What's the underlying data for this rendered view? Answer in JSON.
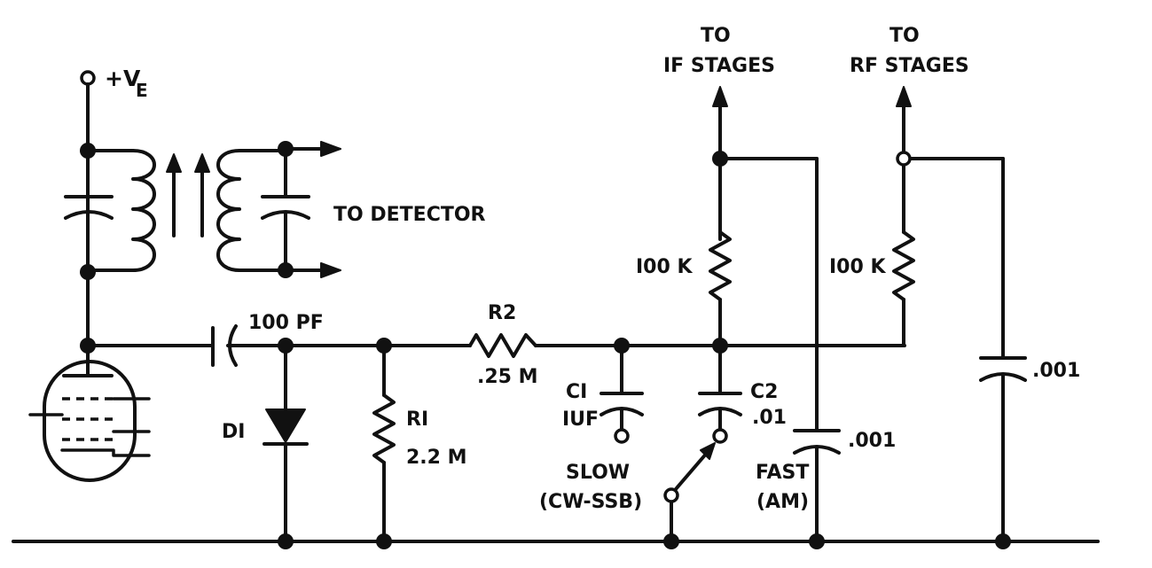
{
  "supply_label": "+V",
  "supply_subscript": "E",
  "to_detector": "TO DETECTOR",
  "if_output": {
    "line1": "TO",
    "line2": "IF STAGES"
  },
  "rf_output": {
    "line1": "TO",
    "line2": "RF STAGES"
  },
  "coupling_cap": "100 PF",
  "diode": "DI",
  "r1": {
    "name": "RI",
    "value": "2.2 M"
  },
  "r2": {
    "name": "R2",
    "value": ".25 M"
  },
  "c1": {
    "name": "CI",
    "value": "IUF"
  },
  "c2": {
    "name": "C2",
    "value": ".01"
  },
  "if_resistor": "I00 K",
  "rf_resistor": "I00 K",
  "if_bypass": ".001",
  "rf_bypass": ".001",
  "slow": {
    "line1": "SLOW",
    "line2": "(CW-SSB)"
  },
  "fast": {
    "line1": "FAST",
    "line2": "(AM)"
  }
}
